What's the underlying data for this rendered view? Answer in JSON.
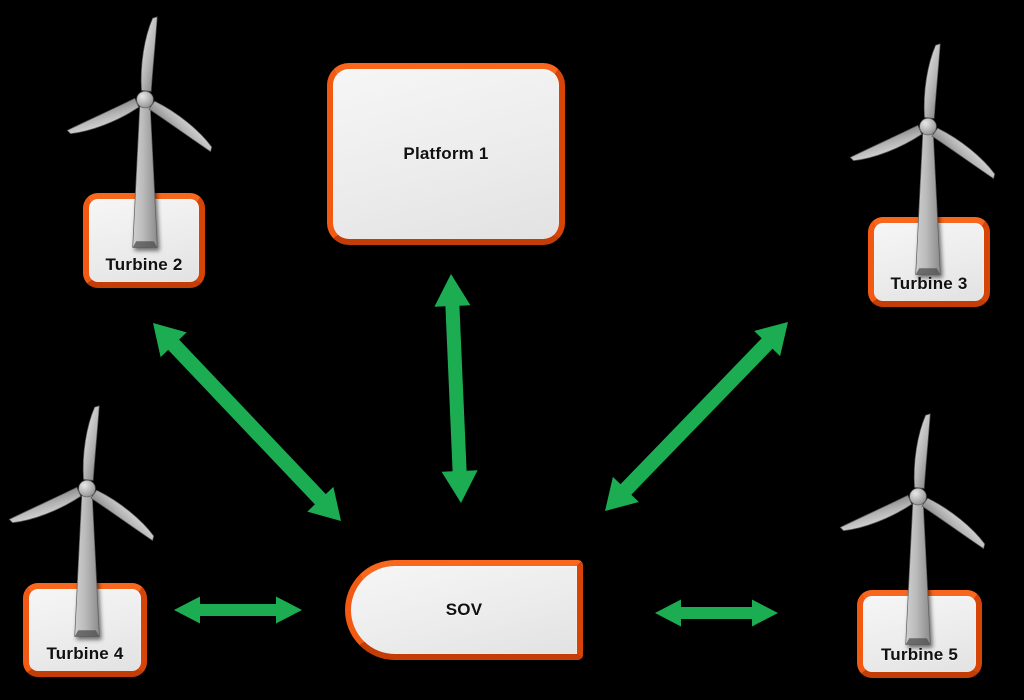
{
  "diagram": {
    "background_color": "#000000",
    "accent_orange": "#F04F0E",
    "arrow_green": "#1CAD52",
    "box_fill": "#ECECEC",
    "nodes": [
      {
        "id": "platform1",
        "label": "Platform 1",
        "type": "platform"
      },
      {
        "id": "turbine2",
        "label": "Turbine 2",
        "type": "wind-turbine"
      },
      {
        "id": "turbine3",
        "label": "Turbine 3",
        "type": "wind-turbine"
      },
      {
        "id": "turbine4",
        "label": "Turbine 4",
        "type": "wind-turbine"
      },
      {
        "id": "turbine5",
        "label": "Turbine 5",
        "type": "wind-turbine"
      },
      {
        "id": "sov",
        "label": "SOV",
        "type": "vessel"
      }
    ],
    "edges": [
      {
        "from": "sov",
        "to": "platform1",
        "bidirectional": true
      },
      {
        "from": "sov",
        "to": "turbine2",
        "bidirectional": true
      },
      {
        "from": "sov",
        "to": "turbine3",
        "bidirectional": true
      },
      {
        "from": "sov",
        "to": "turbine4",
        "bidirectional": true
      },
      {
        "from": "sov",
        "to": "turbine5",
        "bidirectional": true
      }
    ]
  }
}
